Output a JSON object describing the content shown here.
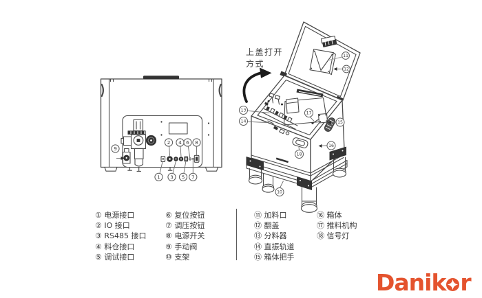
{
  "open_note": {
    "line1": "上盖打开",
    "line2": "方式"
  },
  "legend": {
    "col1": [
      "① 电源接口",
      "② IO 接口",
      "③ RS485 接口",
      "④ 料仓接口",
      "⑤ 调试接口"
    ],
    "col2": [
      "⑥ 复位按钮",
      "⑦ 调压按钮",
      "⑧ 电源开关",
      "⑨ 手动阀",
      "⑩ 支架"
    ],
    "col3": [
      "⑪ 加料口",
      "⑫ 翻盖",
      "⑬ 分料器",
      "⑭ 直振轨道",
      "⑮ 箱体把手"
    ],
    "col4": [
      "⑯ 箱体",
      "⑰ 推料机构",
      "⑱ 信号灯"
    ]
  },
  "callouts": {
    "n1": "1",
    "n2": "2",
    "n3": "3",
    "n4": "4",
    "n5": "5",
    "n6": "6",
    "n7": "7",
    "n8": "8",
    "n9": "9",
    "n10": "10",
    "n11": "11",
    "n12": "12",
    "n13": "13",
    "n14": "14",
    "n15": "15",
    "n16": "16",
    "n17": "17",
    "n18": "18"
  },
  "logo": {
    "brand_prefix": "Danik",
    "brand_suffix": "r",
    "color": "#E4532E"
  },
  "colors": {
    "line": "#4a4a4a",
    "text": "#3b3b3b",
    "logo_accent": "#E4532E"
  }
}
